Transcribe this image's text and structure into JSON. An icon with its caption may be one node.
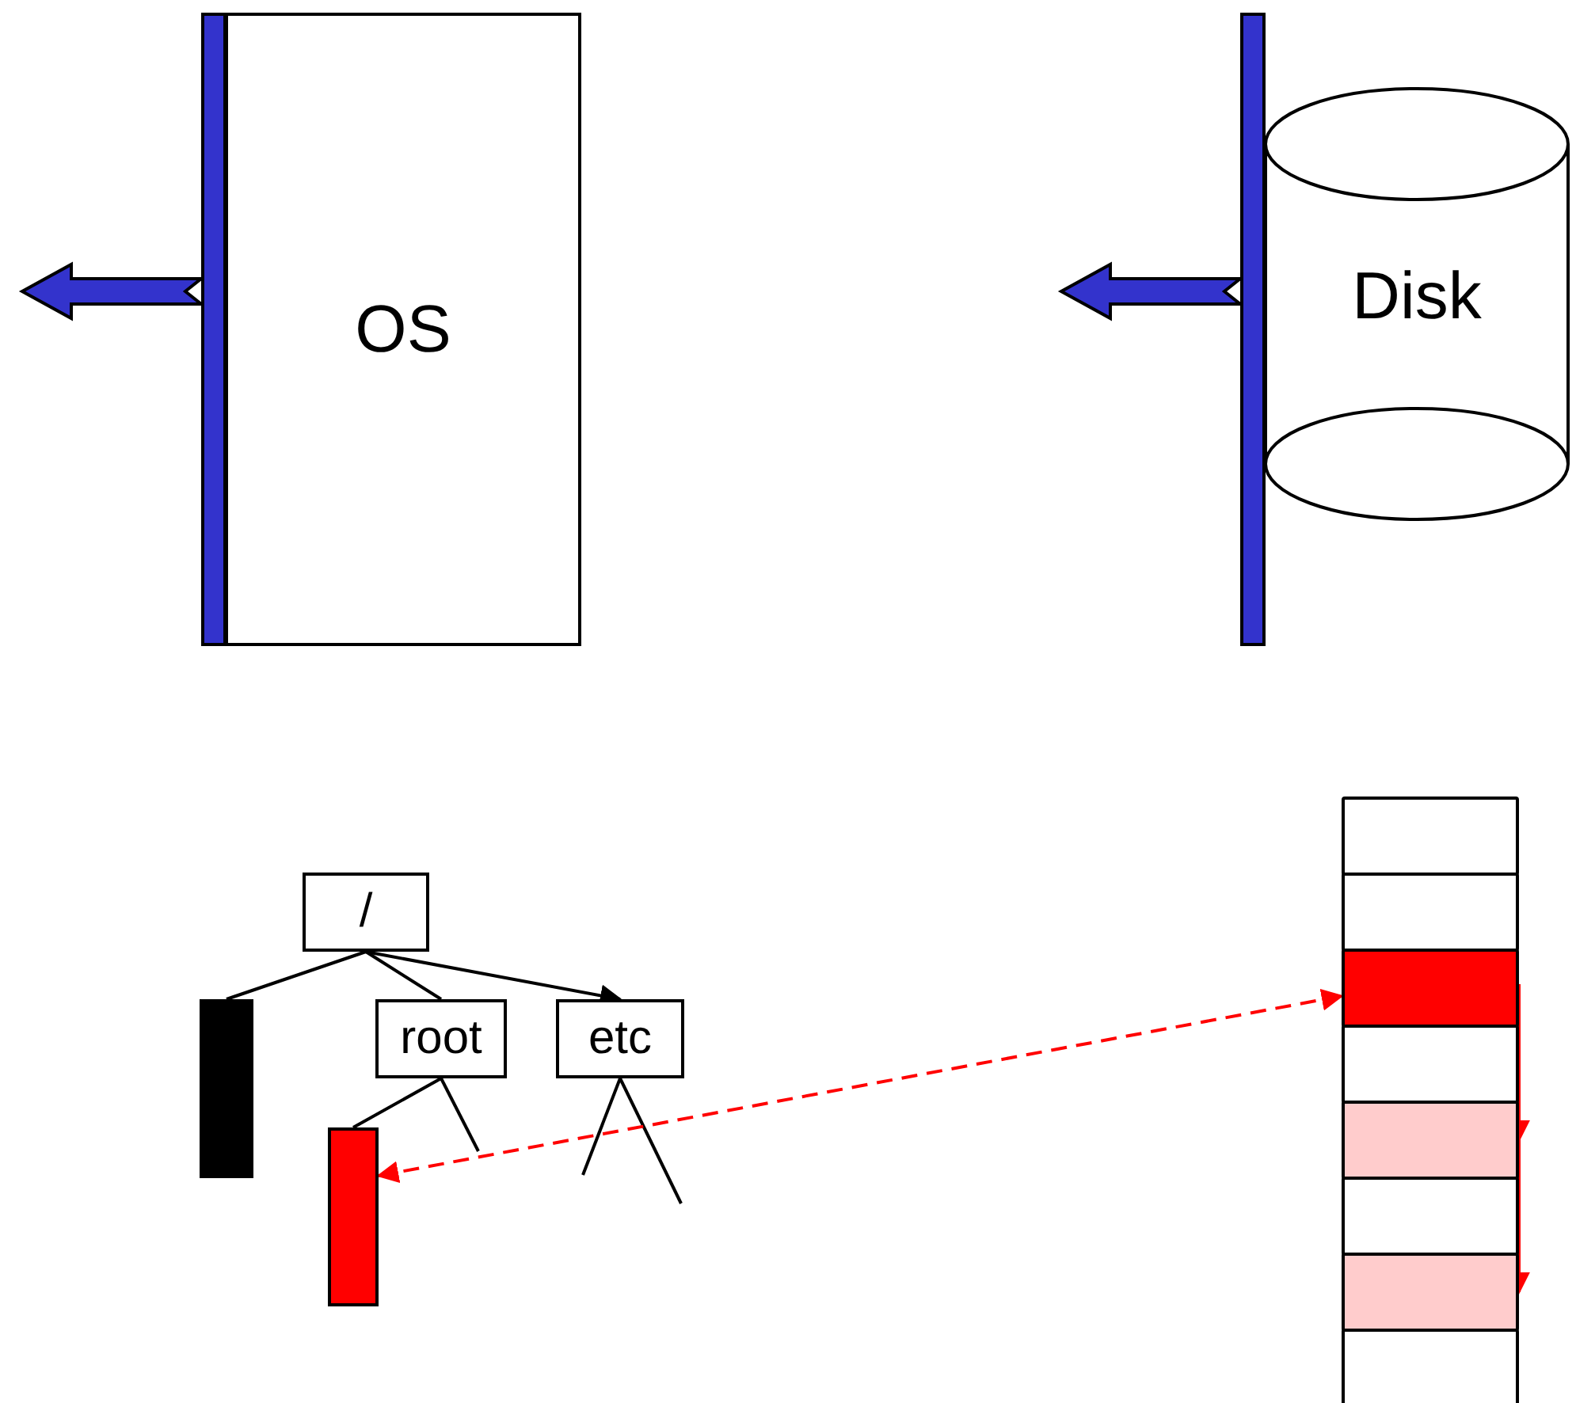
{
  "diagram": {
    "nodes": [
      {
        "text": [
          "OS"
        ]
      },
      {
        "text": [],
        "shape": "bar"
      },
      {
        "text": [
          "Disk"
        ]
      },
      {
        "text": [],
        "shape": "bar"
      },
      {
        "text": [
          "/"
        ]
      },
      {
        "text": [],
        "shape": "bar"
      },
      {
        "text": [
          "root"
        ]
      },
      {
        "text": [
          "etc"
        ]
      },
      {
        "text": [],
        "shape": "bar"
      },
      {
        "text": [],
        "shape": "box"
      },
      {
        "text": [],
        "shape": "box"
      },
      {
        "text": [],
        "shape": "box"
      },
      {
        "text": [],
        "shape": "box"
      },
      {
        "text": [],
        "shape": "box"
      },
      {
        "text": [],
        "shape": "box"
      },
      {
        "text": [],
        "shape": "box"
      },
      {
        "text": [],
        "shape": "box"
      }
    ],
    "edges": [
      {
        "from": 1,
        "to": null,
        "arrow": "to",
        "color": "#3333cc"
      },
      {
        "from": 3,
        "to": null,
        "arrow": "to",
        "color": "#3333cc"
      },
      {
        "from": 4,
        "to": 5,
        "arrow": "none"
      },
      {
        "from": 4,
        "to": 6,
        "arrow": "none"
      },
      {
        "from": 4,
        "to": 7,
        "arrow": "to"
      },
      {
        "from": 6,
        "to": 8,
        "arrow": "none"
      },
      {
        "from": 6,
        "to": null,
        "arrow": "none"
      },
      {
        "from": 7,
        "to": null,
        "arrow": "none"
      },
      {
        "from": 7,
        "to": null,
        "arrow": "none"
      },
      {
        "from": 8,
        "to": 11,
        "arrow": "both",
        "style": "dashed",
        "color": "#ff0000"
      },
      {
        "from": 11,
        "to": 13,
        "arrow": "to",
        "color": "#ff0000"
      },
      {
        "from": 13,
        "to": 15,
        "arrow": "to",
        "color": "#ff0000"
      }
    ]
  }
}
